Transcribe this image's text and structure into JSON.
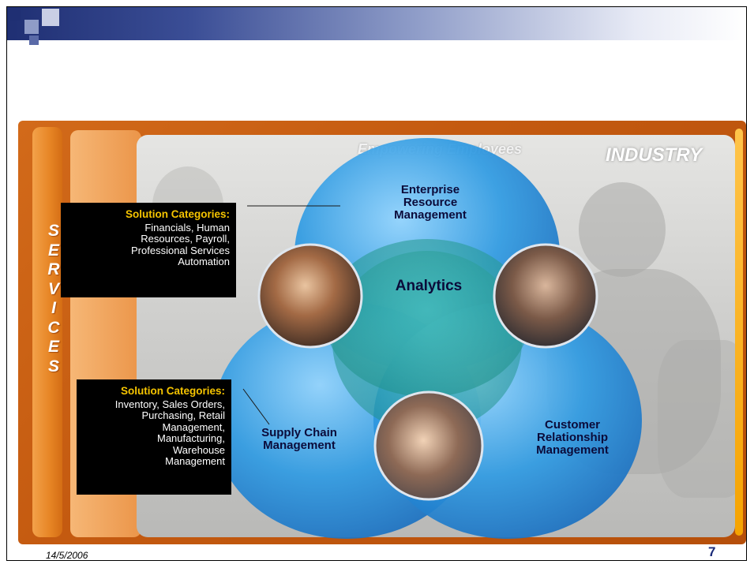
{
  "slide": {
    "tagline": "Empowering Employees",
    "industry_label": "INDUSTRY",
    "services_letters": [
      "S",
      "E",
      "R",
      "V",
      "I",
      "C",
      "E",
      "S"
    ],
    "venn": {
      "erm_lines": [
        "Enterprise",
        "Resource",
        "Management"
      ],
      "analytics": "Analytics",
      "scm_lines": [
        "Supply Chain",
        "Management"
      ],
      "crm_lines": [
        "Customer",
        "Relationship",
        "Management"
      ]
    },
    "solution_box_1": {
      "title": "Solution Categories:",
      "lines": [
        "Financials, Human",
        "Resources, Payroll,",
        "Professional Services",
        "Automation"
      ]
    },
    "solution_box_2": {
      "title": "Solution Categories:",
      "lines": [
        "Inventory, Sales Orders,",
        "Purchasing, Retail",
        "Management,",
        "Manufacturing,",
        "Warehouse",
        "Management"
      ]
    }
  },
  "footer": {
    "date": "14/5/2006",
    "page_number": "7"
  },
  "colors": {
    "venn_blue": "#2f9be3",
    "venn_center_teal": "#2fa8a0",
    "title_band_dark": "#1f2f73",
    "orange_frame": "#c45a10",
    "solution_title": "#f5c400"
  }
}
